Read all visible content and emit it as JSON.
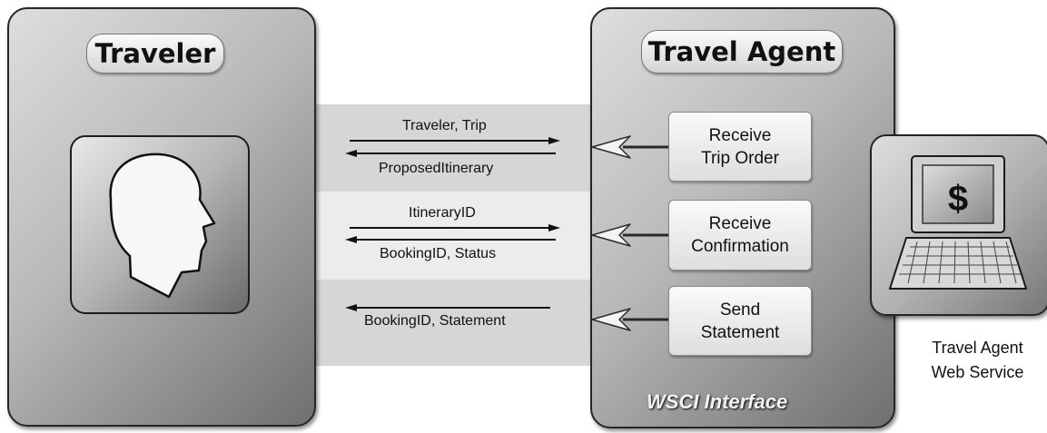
{
  "traveler": {
    "title": "Traveler"
  },
  "agent": {
    "title": "Travel Agent",
    "interface_label": "WSCI Interface",
    "operations": [
      {
        "line1": "Receive",
        "line2": "Trip Order"
      },
      {
        "line1": "Receive",
        "line2": "Confirmation"
      },
      {
        "line1": "Send",
        "line2": "Statement"
      }
    ]
  },
  "messages": [
    {
      "label": "Traveler, Trip",
      "direction": "right"
    },
    {
      "label": "ProposedItinerary",
      "direction": "left"
    },
    {
      "label": "ItineraryID",
      "direction": "right"
    },
    {
      "label": "BookingID, Status",
      "direction": "left"
    },
    {
      "label": "BookingID, Statement",
      "direction": "left"
    }
  ],
  "service": {
    "symbol": "$",
    "caption_line1": "Travel Agent",
    "caption_line2": "Web Service",
    "icon": "laptop-icon"
  },
  "traveler_icon": "head-silhouette-icon"
}
